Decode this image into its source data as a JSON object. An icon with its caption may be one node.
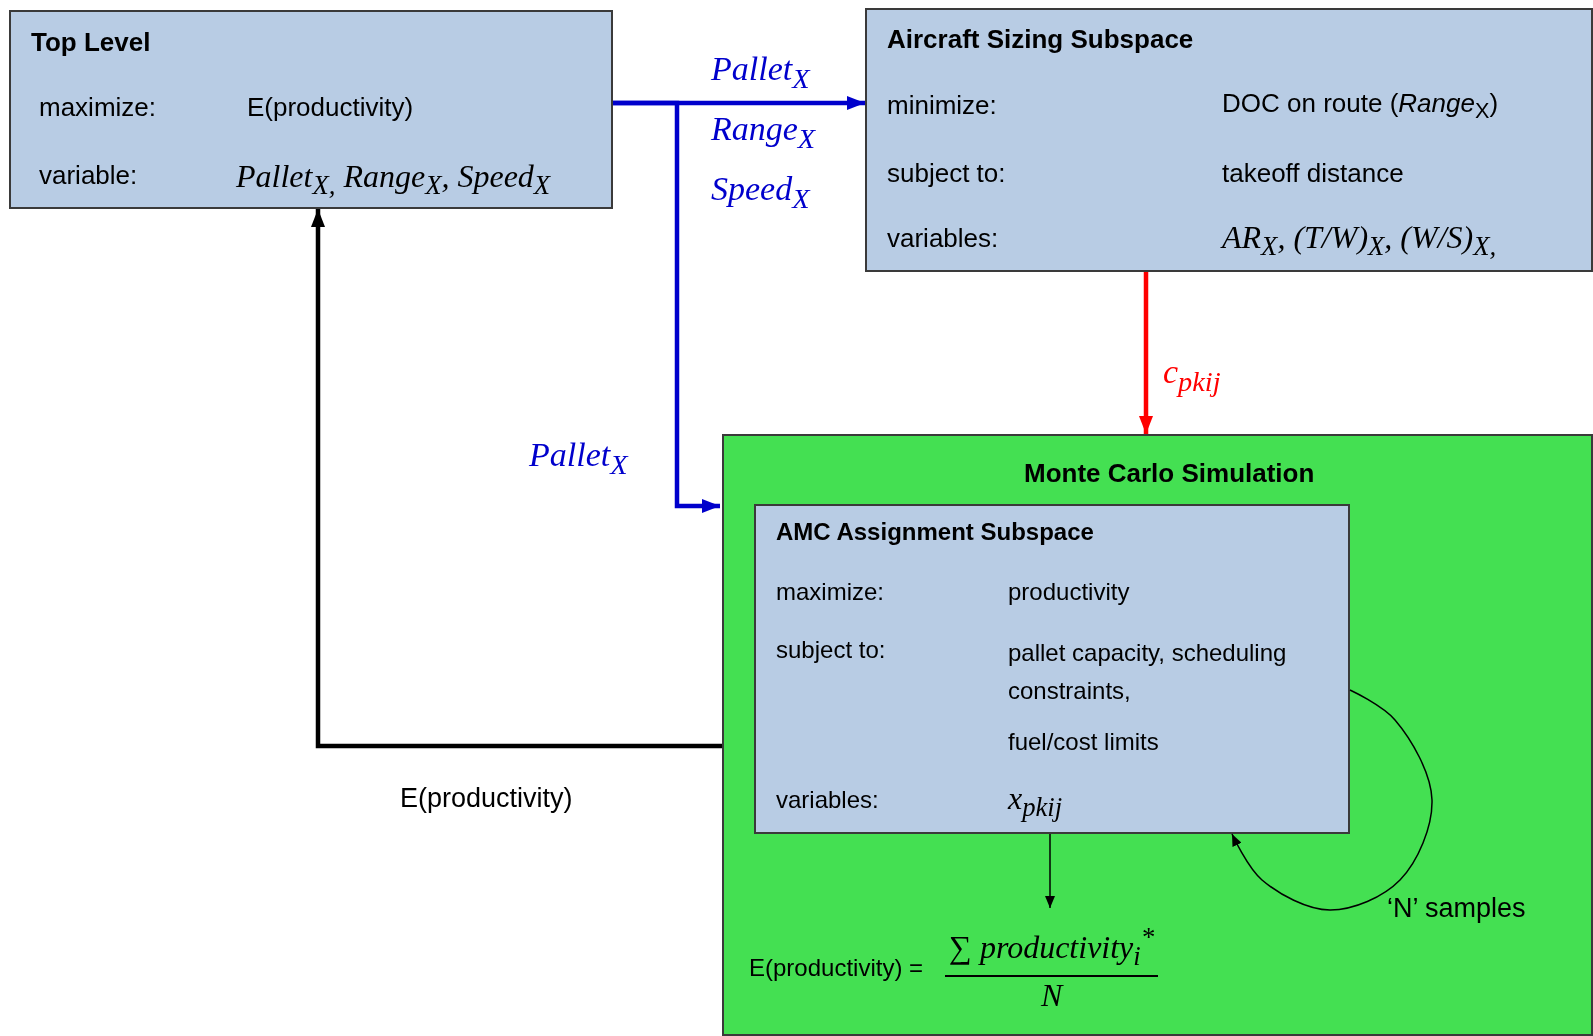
{
  "diagram": {
    "nodes": [
      {
        "text": [
          "Top Level",
          "maximize:",
          "E(productivity)",
          "variable:",
          "Pallet$_{X,}$ Range$_{X}$, Speed$_{X}$"
        ]
      },
      {
        "text": [
          "Aircraft Sizing Subspace",
          "minimize:",
          "DOC on route (*Range*$_{X}$)",
          "subject to:",
          "takeoff distance",
          "variables:",
          "AR$_{X}$, (T/W)$_{X}$, (W/S)$_{X,}$"
        ]
      },
      {
        "text": [
          "Monte Carlo Simulation"
        ]
      },
      {
        "text": [
          "AMC Assignment Subspace",
          "maximize:",
          "productivity",
          "subject to:",
          "pallet capacity, scheduling constraints,",
          "fuel/cost limits",
          "variables:",
          "x$_{pkij}$"
        ],
        "in": 2
      },
      {
        "text": [
          "E(productivity) =",
          "∑ productivity$_{i}$$^{*}$",
          "N"
        ],
        "in": 2
      }
    ],
    "edges": [
      {
        "from": 0,
        "to": 1,
        "arrow": "to",
        "label": "Pallet$_{X}$ Range$_{X}$ Speed$_{X}$",
        "color": "#0000cc"
      },
      {
        "from": 0,
        "to": 2,
        "arrow": "to",
        "label": "Pallet$_{X}$",
        "color": "#0000cc"
      },
      {
        "from": 1,
        "to": 2,
        "arrow": "to",
        "label": "c$_{pkij}$",
        "color": "#ff0000"
      },
      {
        "from": 2,
        "to": 0,
        "arrow": "to",
        "label": "E(productivity)"
      },
      {
        "from": 3,
        "to": 4,
        "arrow": "to"
      },
      {
        "from": 3,
        "to": 3,
        "arrow": "to",
        "label": "‘N’ samples"
      }
    ]
  }
}
